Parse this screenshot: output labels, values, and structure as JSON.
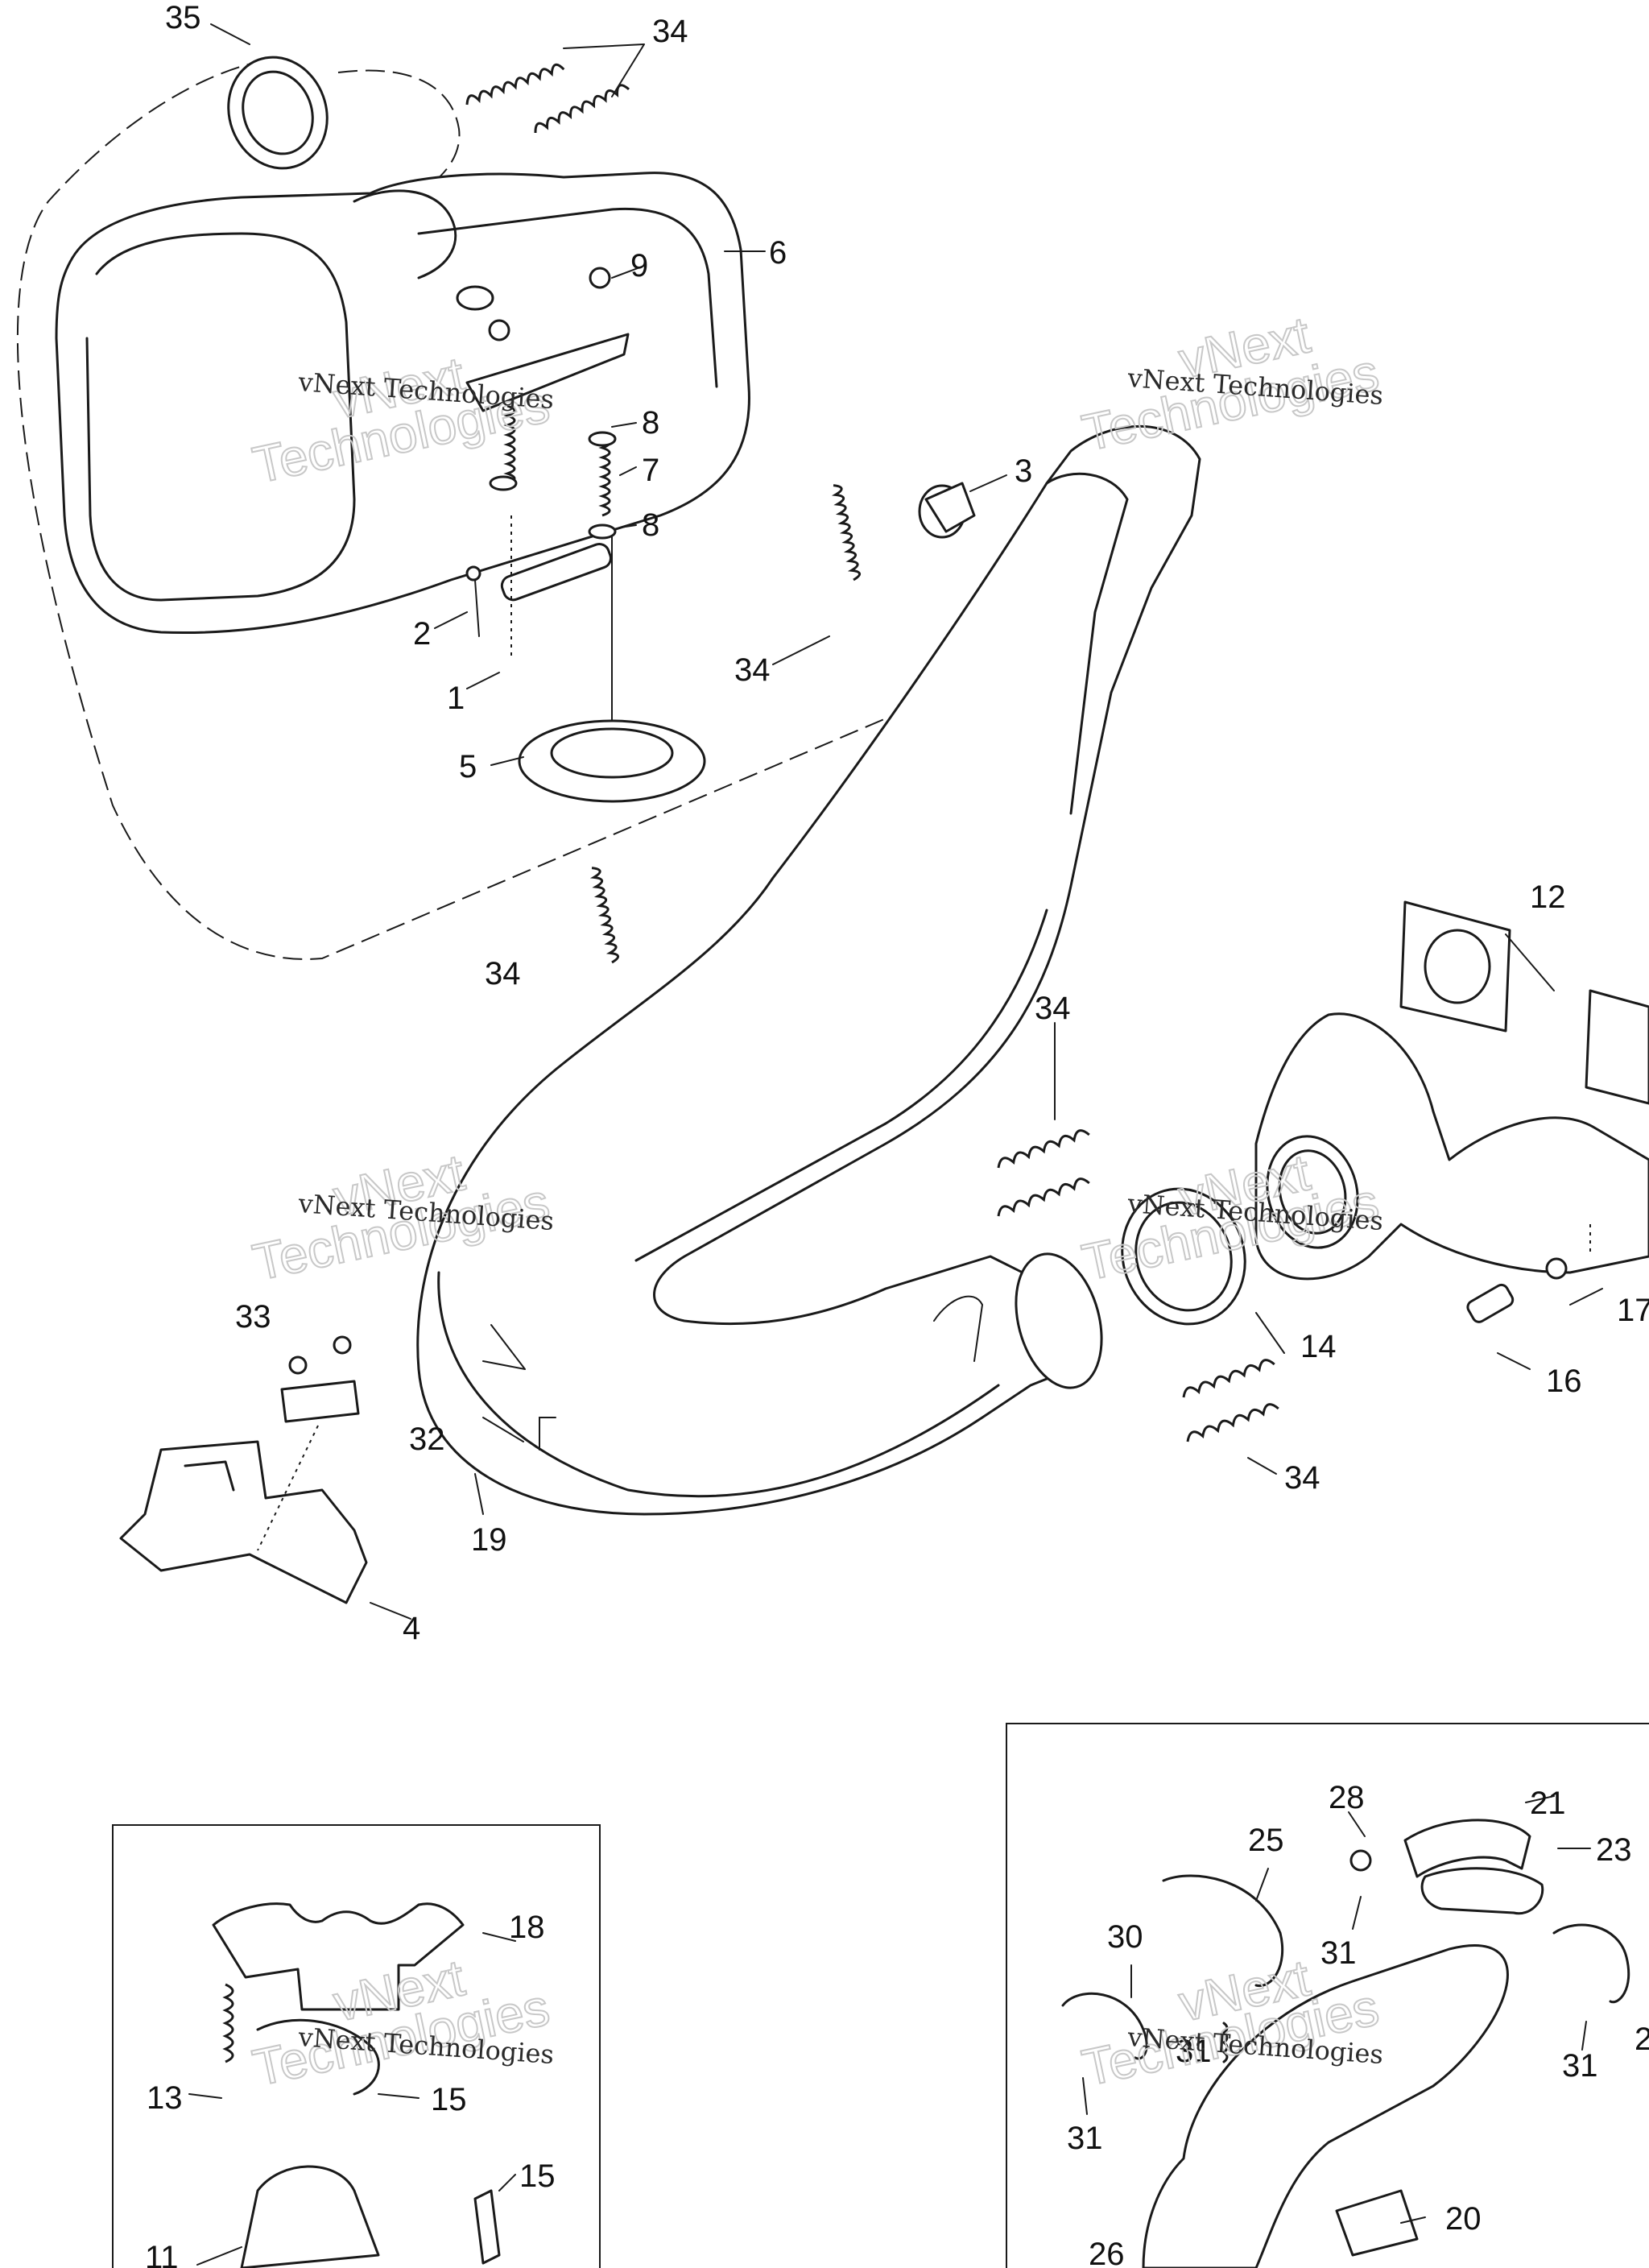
{
  "callouts": {
    "c35": "35",
    "c34a": "34",
    "c6": "6",
    "c9": "9",
    "c8a": "8",
    "c7": "7",
    "c8b": "8",
    "c2": "2",
    "c1": "1",
    "c5": "5",
    "c3": "3",
    "c34b": "34",
    "c34c": "34",
    "c12": "12",
    "c34d": "34",
    "c17": "17",
    "c14": "14",
    "c16": "16",
    "c33": "33",
    "c32": "32",
    "c34e": "34",
    "c19": "19",
    "c4": "4",
    "c18": "18",
    "c13": "13",
    "c15a": "15",
    "c15b": "15",
    "c11": "11",
    "c28": "28",
    "c21": "21",
    "c25": "25",
    "c23": "23",
    "c30": "30",
    "c31a": "31",
    "c31b": "31",
    "c31c": "31",
    "c31d": "31",
    "c2b": "2",
    "c20": "20",
    "c26": "26"
  },
  "watermark": {
    "line1": "vNext Technologies",
    "stamp_top": "vNext",
    "stamp_bottom": "Technologies"
  }
}
